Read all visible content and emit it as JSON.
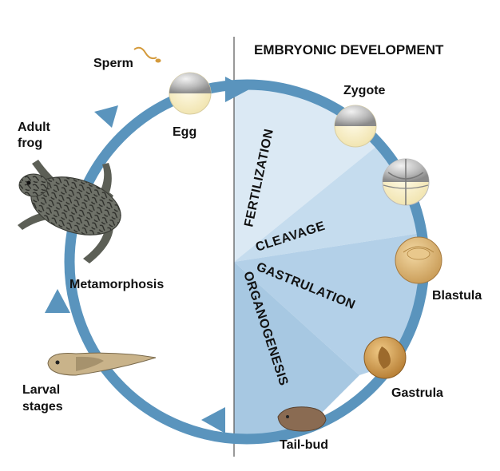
{
  "header": {
    "title": "EMBRYONIC DEVELOPMENT"
  },
  "labels": {
    "sperm": "Sperm",
    "egg": "Egg",
    "adult_line1": "Adult",
    "adult_line2": "frog",
    "metamorphosis": "Metamorphosis",
    "larval_line1": "Larval",
    "larval_line2": "stages",
    "zygote": "Zygote",
    "blastula": "Blastula",
    "gastrula": "Gastrula",
    "tailbud": "Tail-bud"
  },
  "stages": {
    "fertilization": "FERTILIZATION",
    "cleavage": "CLEAVAGE",
    "gastrulation": "GASTRULATION",
    "organogenesis": "ORGANOGENESIS"
  },
  "colors": {
    "cycle_arrow": "#5a94bd",
    "wedge_fertilization": "#dbe9f4",
    "wedge_cleavage": "#c5dcee",
    "wedge_gastrulation": "#b3d0e8",
    "wedge_organogenesis": "#a7c8e2",
    "divider": "#555555"
  },
  "icons": [
    "sperm-icon",
    "egg-icon",
    "frog-icon",
    "zygote-icon",
    "cleavage-embryo-icon",
    "blastula-icon",
    "gastrula-icon",
    "tadpole-icon",
    "tailbud-embryo-icon"
  ]
}
